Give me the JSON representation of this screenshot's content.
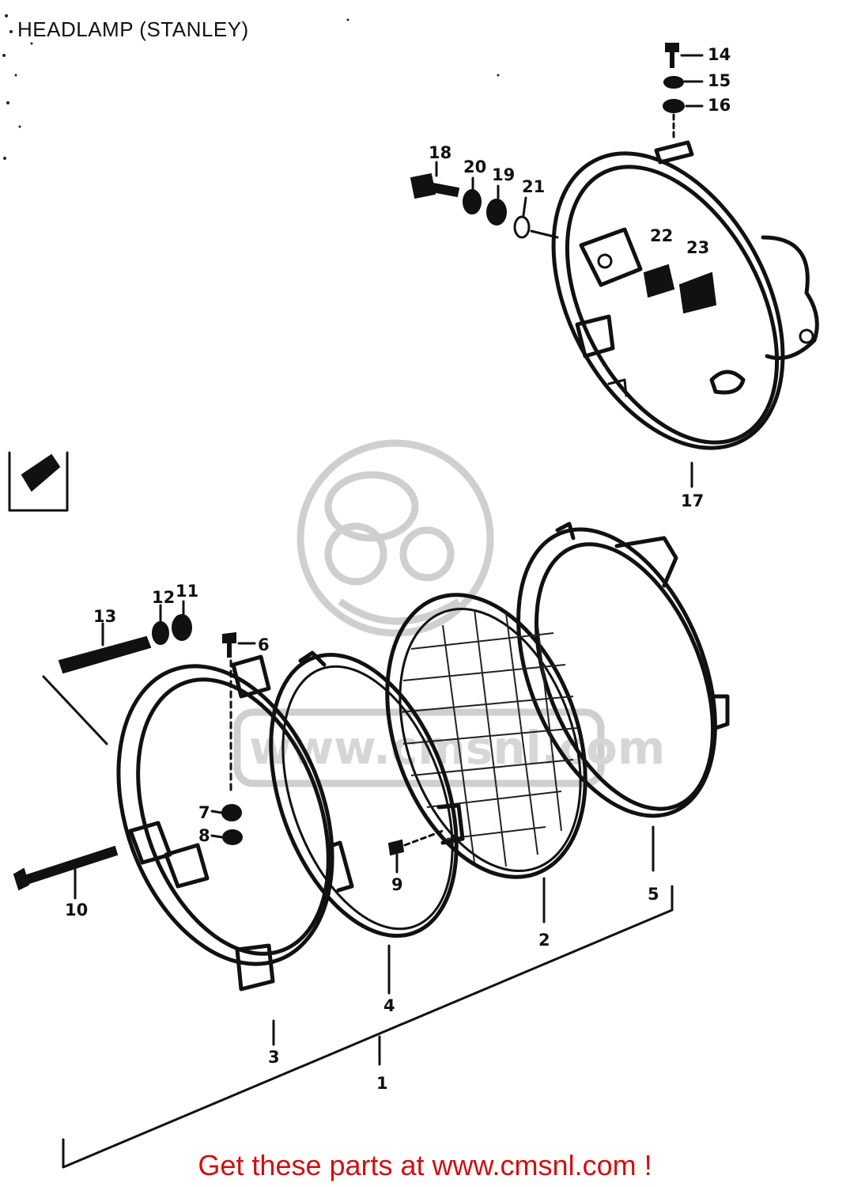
{
  "title": "HEADLAMP (STANLEY)",
  "footer": "Get these parts at www.cmsnl.com !",
  "watermark": {
    "text": "www.cmsnl.com",
    "color": "#d6d6d6"
  },
  "colors": {
    "footer_text": "#d01010",
    "line_art": "#111111"
  },
  "callouts": {
    "p1": "1",
    "p2": "2",
    "p3": "3",
    "p4": "4",
    "p5": "5",
    "p6": "6",
    "p7": "7",
    "p8": "8",
    "p9": "9",
    "p10": "10",
    "p11": "11",
    "p12": "12",
    "p13": "13",
    "p14": "14",
    "p15": "15",
    "p16": "16",
    "p17": "17",
    "p18": "18",
    "p19": "19",
    "p20": "20",
    "p21": "21",
    "p22": "22",
    "p23": "23"
  }
}
